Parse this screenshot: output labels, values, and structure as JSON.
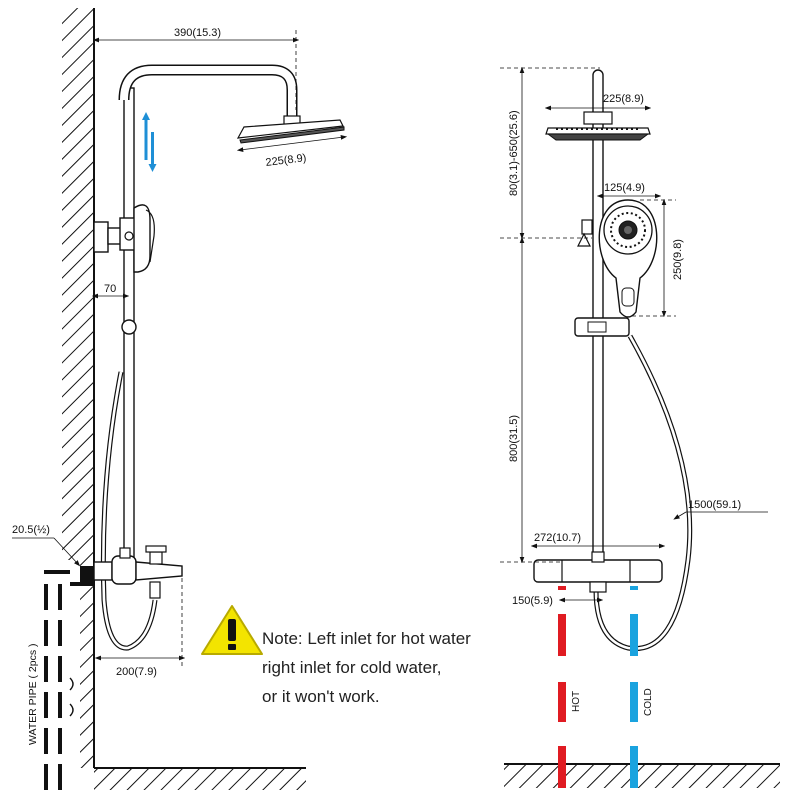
{
  "dimensions": {
    "arm_reach": "390(15.3)",
    "head_dia_side": "225(8.9)",
    "wall_offset": "70",
    "inlet_size": "20.5(½)",
    "spout_length": "200(7.9)",
    "head_dia_front": "225(8.9)",
    "riser_adjust": "80(3.1)-650(25.6)",
    "hand_head_width": "125(4.9)",
    "hand_length": "250(9.8)",
    "inlet_height": "800(31.5)",
    "hose_length": "1500(59.1)",
    "mixer_width": "272(10.7)",
    "inlet_spacing": "150(5.9)"
  },
  "labels": {
    "water_pipe": "WATER PIPE ( 2pcs )",
    "hot": "HOT",
    "cold": "COLD"
  },
  "note": {
    "line1": "Note: Left inlet for hot water",
    "line2": "right inlet for cold water,",
    "line3": "or it won't work."
  },
  "colors": {
    "hot": "#e01b22",
    "cold": "#1aa3df",
    "arrow": "#1e8fd6",
    "warning": "#f3e400"
  },
  "icons": {
    "warning": "warning-triangle-icon",
    "slide_arrows": "up-down-arrows-icon"
  }
}
